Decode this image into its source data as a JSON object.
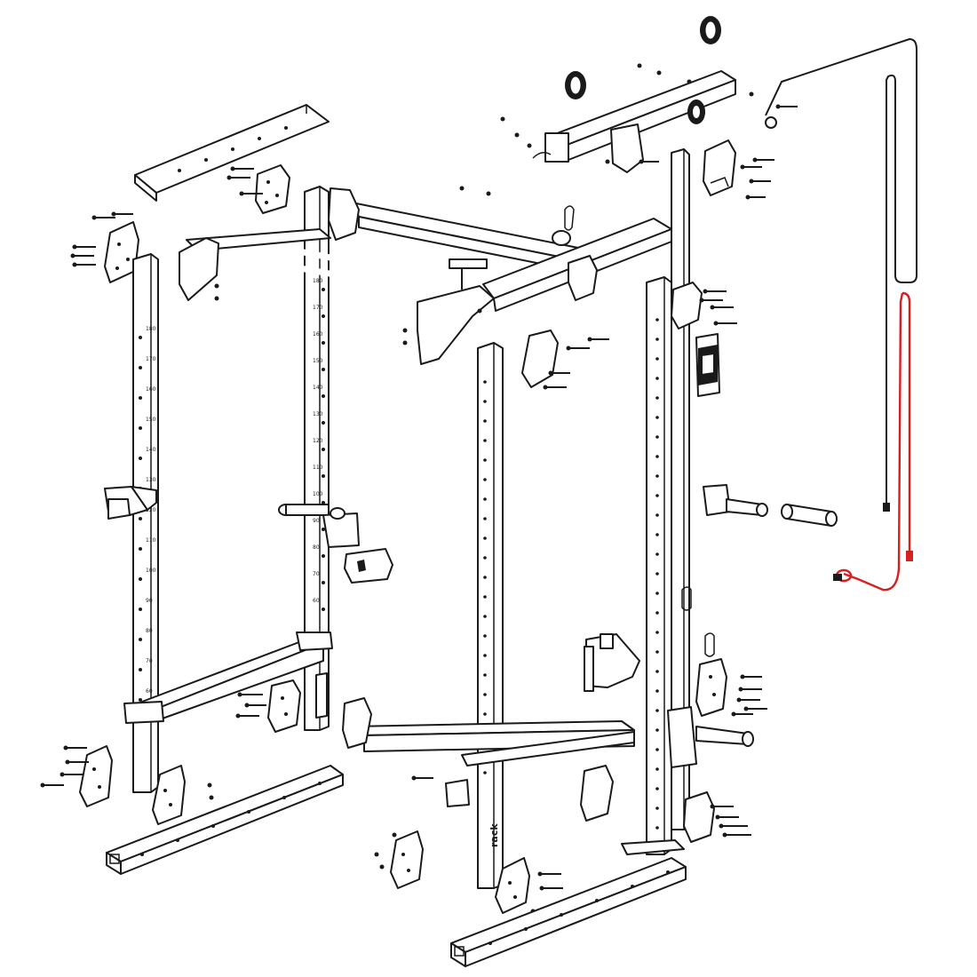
{
  "diagram": {
    "upright_numbers": [
      "180",
      "170",
      "160",
      "150",
      "140",
      "130",
      "120",
      "110",
      "100",
      "90",
      "80",
      "70",
      "60"
    ],
    "brand_mark": "rack",
    "colors": {
      "line": "#1a1a1a",
      "background": "#ffffff",
      "highlight_cable": "#d62020"
    },
    "highlighted_part": "cable-assembly"
  }
}
